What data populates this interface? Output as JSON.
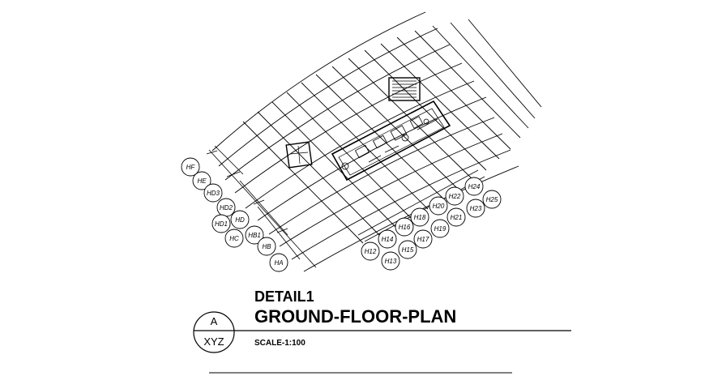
{
  "drawing": {
    "title_detail": "DETAIL1",
    "title_plan": "GROUND-FLOOR-PLAN",
    "scale": "SCALE-1:100",
    "section_tag_top": "A",
    "section_tag_bottom": "XYZ"
  },
  "grid_labels_left": [
    "HF",
    "HE",
    "HD3",
    "HD2",
    "HD",
    "HD1",
    "HC",
    "HB1",
    "HB",
    "HA"
  ],
  "grid_labels_bottom": [
    "H12",
    "H13",
    "H14",
    "H15",
    "H16",
    "H17",
    "H18",
    "H19",
    "H20",
    "H21",
    "H22",
    "H23",
    "H24",
    "H25"
  ],
  "colors": {
    "ink": "#000000",
    "paper": "#ffffff"
  }
}
